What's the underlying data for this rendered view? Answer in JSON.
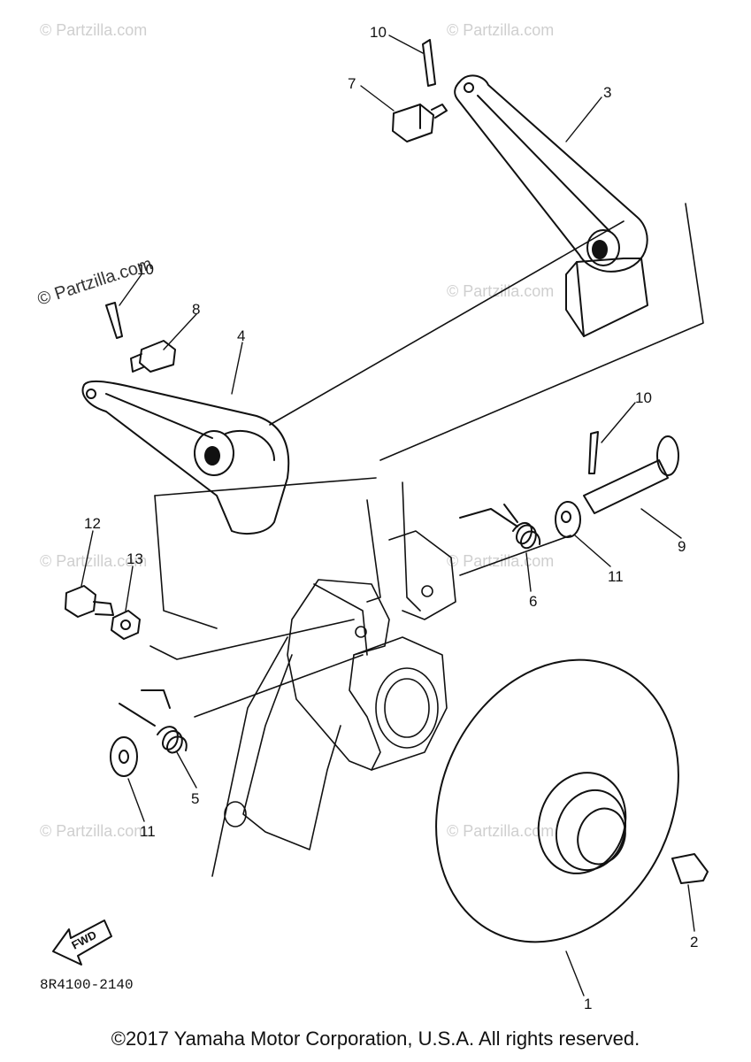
{
  "watermark": {
    "main": "© Partzilla.com",
    "repeat": "© Partzilla.com"
  },
  "part_number": "8R4100-2140",
  "fwd_label": "FWD",
  "callouts": {
    "c1": "1",
    "c2": "2",
    "c3": "3",
    "c4": "4",
    "c5": "5",
    "c6": "6",
    "c7": "7",
    "c8": "8",
    "c9": "9",
    "c10a": "10",
    "c10b": "10",
    "c10c": "10",
    "c11a": "11",
    "c11b": "11",
    "c12": "12",
    "c13": "13"
  },
  "copyright": "©2017 Yamaha Motor Corporation, U.S.A. All rights reserved."
}
